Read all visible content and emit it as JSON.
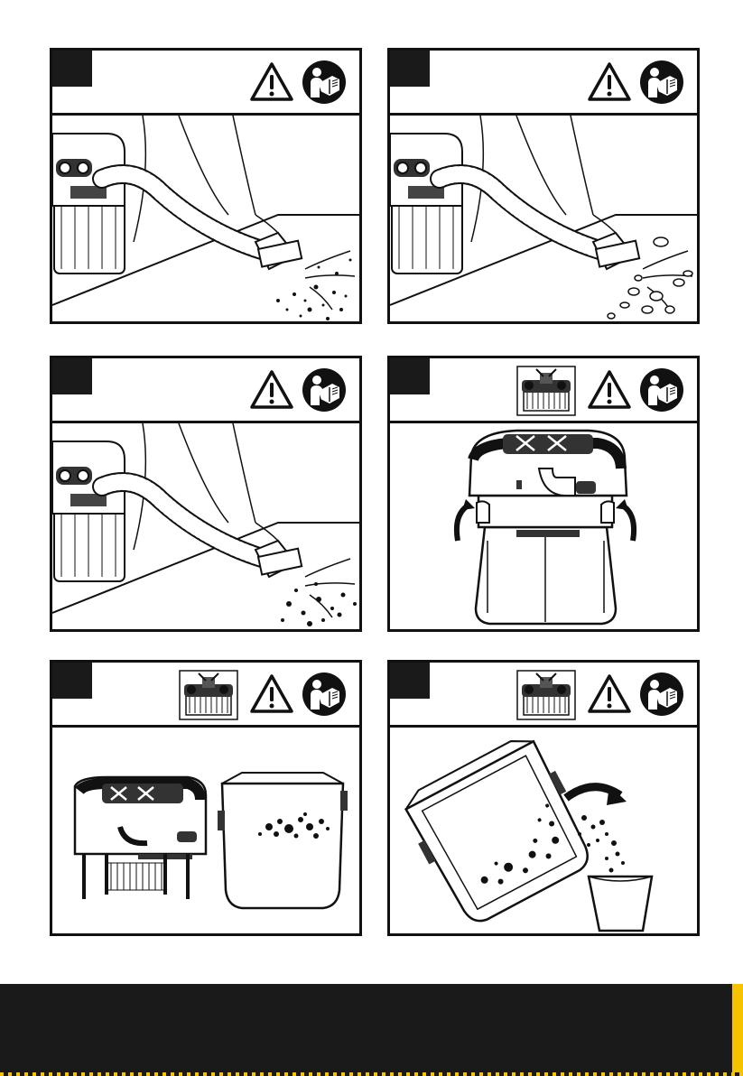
{
  "document": {
    "panels": [
      {
        "step": "",
        "header_icons": [
          "warning-triangle-icon",
          "read-manual-icon"
        ],
        "illustration": "vacuum-hose-sweeping-dry-debris"
      },
      {
        "step": "",
        "header_icons": [
          "warning-triangle-icon",
          "read-manual-icon"
        ],
        "illustration": "vacuum-hose-sweeping-wet-debris"
      },
      {
        "step": "",
        "header_icons": [
          "warning-triangle-icon",
          "read-manual-icon"
        ],
        "illustration": "vacuum-hose-sweeping-fine-dust"
      },
      {
        "step": "",
        "header_icons": [
          "thumbnail-icon",
          "warning-triangle-icon",
          "read-manual-icon"
        ],
        "illustration": "unlatch-lid-arrows"
      },
      {
        "step": "",
        "header_icons": [
          "thumbnail-icon",
          "warning-triangle-icon",
          "read-manual-icon"
        ],
        "illustration": "remove-power-head-from-tank"
      },
      {
        "step": "",
        "header_icons": [
          "thumbnail-icon",
          "warning-triangle-icon",
          "read-manual-icon"
        ],
        "illustration": "empty-tank-into-bin"
      }
    ],
    "footer": {
      "text": ""
    },
    "colors": {
      "ink": "#111111",
      "footer": "#1a1a1a",
      "accent": "#f6c300"
    }
  }
}
